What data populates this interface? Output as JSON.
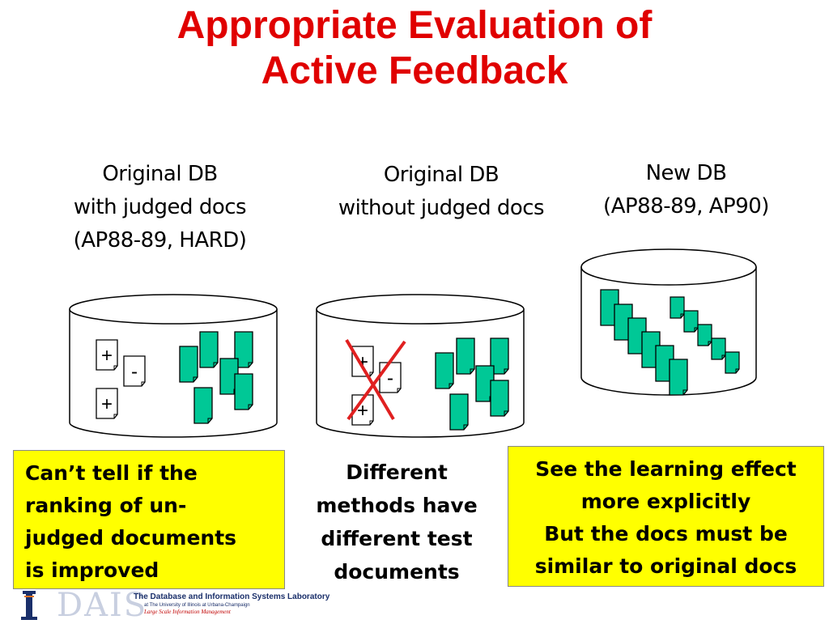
{
  "slide": {
    "title_line1": "Appropriate Evaluation of",
    "title_line2": "Active Feedback"
  },
  "databases": [
    {
      "caption_lines": [
        "Original DB",
        "with judged docs",
        "(AP88-89, HARD)"
      ],
      "judged_marks": [
        "+",
        "-",
        "+"
      ]
    },
    {
      "caption_lines": [
        "Original DB",
        "without judged docs"
      ],
      "judged_marks": [
        "+",
        "-",
        "+"
      ]
    },
    {
      "caption_lines": [
        "New DB",
        "(AP88-89, AP90)"
      ]
    }
  ],
  "notes": {
    "left_lines": [
      "Can’t tell if the",
      "ranking of un-",
      "judged documents",
      "is improved"
    ],
    "middle_lines": [
      "Different",
      "methods have",
      "different test",
      "documents"
    ],
    "right_lines": [
      "See the learning effect",
      "more explicitly",
      "But the docs must be",
      "similar to original docs"
    ]
  },
  "footer": {
    "logo": "DAIS",
    "lab_name": "The Database and Information Systems Laboratory",
    "lab_affiliation": "at The University of Illinois at Urbana-Champaign",
    "lab_tagline": "Large Scale Information Management"
  },
  "colors": {
    "title": "#e00000",
    "doc_fill": "#00c896",
    "note_box": "#ffff00",
    "cross": "#e02020"
  }
}
